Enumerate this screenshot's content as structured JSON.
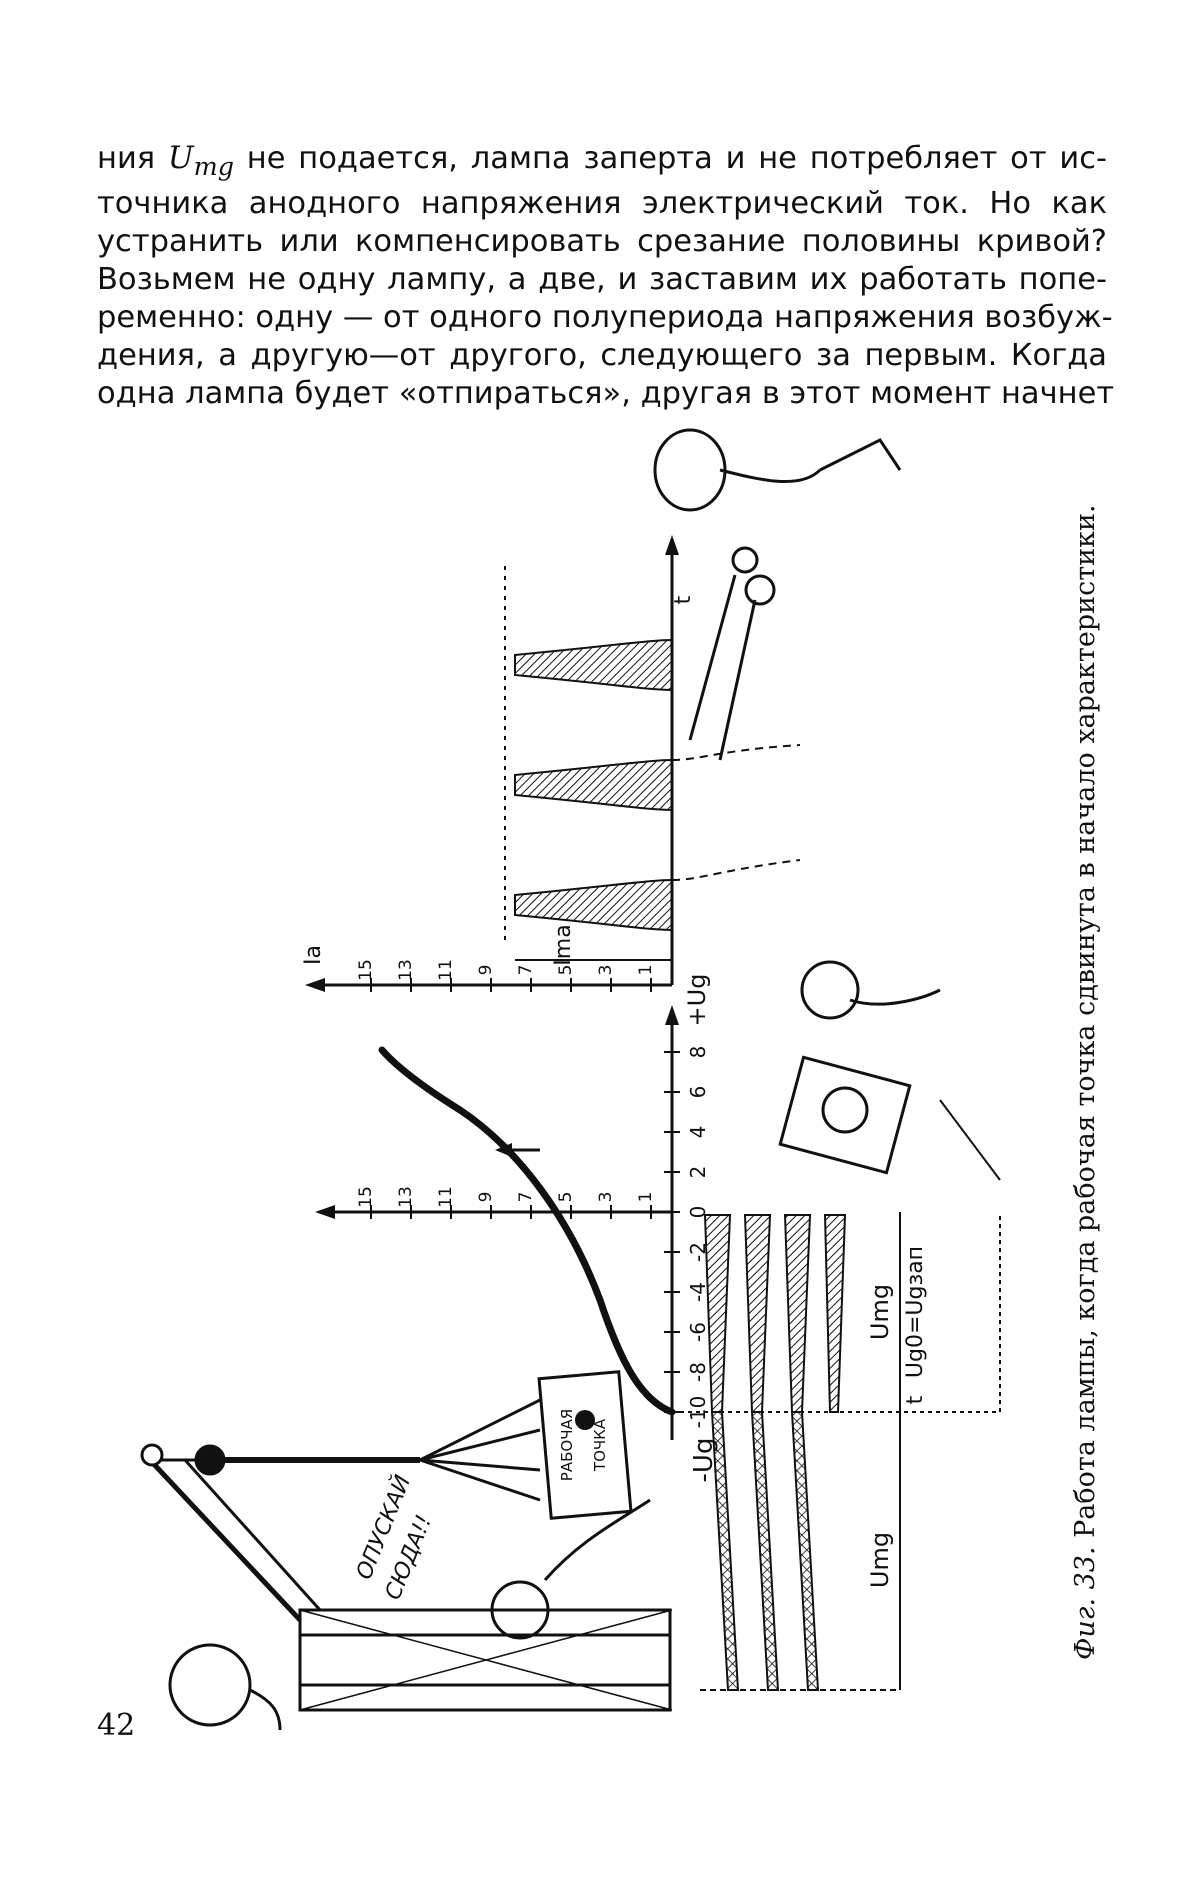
{
  "body_text": {
    "line1_prefix": "ния ",
    "line1_symbol": "U",
    "line1_sub": "mg",
    "line1_rest": " не подается, лампа заперта и не потребляет от ис-",
    "lines": [
      "точника анодного напряжения электрический ток. Но как",
      "устранить или компенсировать срезание половины кривой?",
      "Возьмем не одну лампу, а две, и заставим их работать попе-",
      "ременно: одну — от одного полупериода напряжения возбуж-",
      "дения, а другую—от другого, следующего за первым. Когда",
      "одна лампа будет «отпираться», другая в этот момент начнет"
    ]
  },
  "figure": {
    "caption_label": "Фиг. 33.",
    "caption_text": " Работа лампы, когда рабочая точка сдвинута в начало характеристики.",
    "axis_ug_neg": "-Ug",
    "axis_ug_pos": "+Ug",
    "ug_ticks": [
      "-10",
      "-8",
      "-6",
      "-4",
      "-2",
      "0",
      "2",
      "4",
      "6",
      "8"
    ],
    "ia_label": "Iа",
    "ia_ticks_left": [
      "1",
      "3",
      "5",
      "7",
      "9",
      "11",
      "13",
      "15"
    ],
    "ia_ticks_right": [
      "1",
      "3",
      "5",
      "7",
      "9",
      "11",
      "13",
      "15"
    ],
    "t_label": "t",
    "umg_label": "Umg",
    "ug0_label": "Ug0=Ugзап",
    "ima_label": "Ima",
    "box_text_1": "РАБОЧАЯ",
    "box_text_2": "ТОЧКА",
    "shout_1": "ОПУСКАЙ",
    "shout_2": "СЮДА!!"
  },
  "page_number": "42"
}
